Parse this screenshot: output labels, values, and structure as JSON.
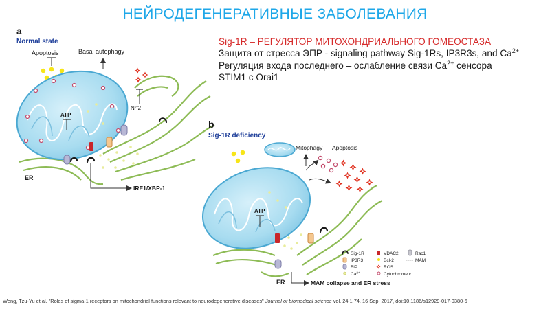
{
  "slide": {
    "title": "НЕЙРОДЕГЕНЕРАТИВНЫЕ ЗАБОЛЕВАНИЯ"
  },
  "description": {
    "line1": "Sig-1R – РЕГУЛЯТОР МИТОХОНДРИАЛЬНОГО ГОМЕОСТАЗА",
    "line2_text": "Защита от стресса ЭПР - signaling pathway Sig-1Rs, IP3R3s, and Ca",
    "line2_sup": "2+",
    "line3_text": "Регуляция входа последнего – ослабление связи Ca",
    "line3_sup": "2+",
    "line3_tail": " сенсора",
    "line4": "STIM1 с Orai1"
  },
  "panel_a": {
    "letter": "a",
    "title": "Normal state",
    "apoptosis": "Apoptosis",
    "basal_autophagy": "Basal autophagy",
    "nrf2": "Nrf2",
    "atp": "ATP",
    "er": "ER",
    "ire1": "IRE1/XBP-1"
  },
  "panel_b": {
    "letter": "b",
    "title": "Sig-1R deficiency",
    "mitophagy": "Mitophagy",
    "apoptosis": "Apoptosis",
    "atp": "ATP",
    "er": "ER",
    "mam_collapse": "MAM collapse and ER stress"
  },
  "legend": {
    "sig1r": "Sig-1R",
    "ip3r3": "IP3R3",
    "bip": "BiP",
    "ca": "Ca",
    "ca_sup": "2+",
    "vdac2": "VDAC2",
    "bcl2": "Bcl-2",
    "ros": "ROS",
    "cytochrome_c": "Cytochrome c",
    "rac1": "Rac1",
    "mam": "MAM"
  },
  "citation": {
    "before": "Weng, Tzu-Yu et al. \"Roles of sigma-1 receptors on mitochondrial functions relevant to neurodegenerative diseases\"",
    "journal": " Journal of biomedical science",
    "after": " vol. 24,1 74. 16 Sep. 2017, doi:10.1186/s12929-017-0380-6"
  },
  "colors": {
    "title_blue": "#1ea7e8",
    "highlight_red": "#d62a2a",
    "mito_fill": "#a8dcf0",
    "mito_stroke": "#4aa8d2",
    "er_green": "#8dbb55",
    "ros_red": "#e0301e",
    "ca_yellow": "#f7e518",
    "panel_label_blue": "#1f3f9a"
  }
}
